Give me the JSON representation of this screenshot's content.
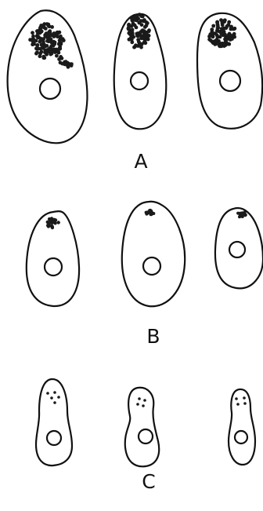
{
  "figure": {
    "panels": [
      {
        "label": "A",
        "cells": 3,
        "granule_density": "dense"
      },
      {
        "label": "B",
        "cells": 3,
        "granule_density": "moderate"
      },
      {
        "label": "C",
        "cells": 3,
        "granule_density": "sparse"
      }
    ],
    "colors": {
      "ink": "#111111",
      "background": "#ffffff"
    }
  }
}
